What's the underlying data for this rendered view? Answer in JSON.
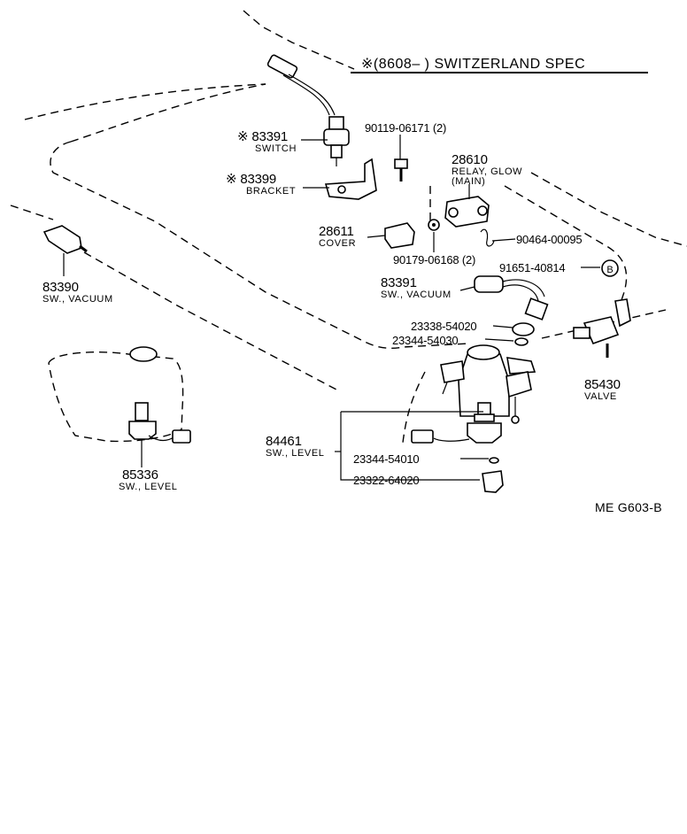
{
  "header": {
    "spec_note": "※(8608–        ) SWITZERLAND SPEC"
  },
  "footer": {
    "code": "ME  G603-B"
  },
  "parts": {
    "switch": {
      "mark": "※",
      "number": "83391",
      "name": "SWITCH"
    },
    "bracket": {
      "mark": "※",
      "number": "83399",
      "name": "BRACKET"
    },
    "bolt": {
      "number": "90119-06171 (2)"
    },
    "relay": {
      "number": "28610",
      "name_line1": "RELAY, GLOW",
      "name_line2": "(MAIN)"
    },
    "cover": {
      "number": "28611",
      "name": "COVER"
    },
    "clip": {
      "number": "90464-00095"
    },
    "nut": {
      "number": "90179-06168 (2)"
    },
    "grommet": {
      "number": "91651-40814",
      "ref": "B"
    },
    "sw_vacuum_right": {
      "number": "83391",
      "name": "SW., VACUUM"
    },
    "sw_vacuum_left": {
      "number": "83390",
      "name": "SW., VACUUM"
    },
    "gasket_1": {
      "number": "23338-54020"
    },
    "gasket_2": {
      "number": "23344-54030"
    },
    "valve": {
      "number": "85430",
      "name": "VALVE"
    },
    "sw_level_filter": {
      "number": "84461",
      "name": "SW., LEVEL"
    },
    "oring": {
      "number": "23344-54010"
    },
    "plug": {
      "number": "23322-64020"
    },
    "sw_level_tank": {
      "number": "85336",
      "name": "SW., LEVEL"
    }
  }
}
